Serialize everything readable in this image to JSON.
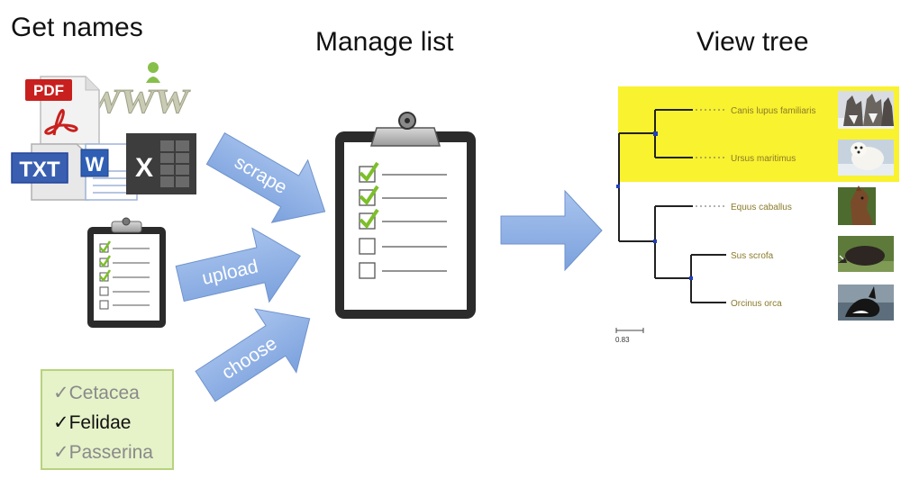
{
  "headings": {
    "get_names": "Get names",
    "manage_list": "Manage list",
    "view_tree": "View tree"
  },
  "file_icons": {
    "pdf": "PDF",
    "www": "WWW",
    "txt": "TXT",
    "word": "W",
    "excel": "X"
  },
  "arrows": {
    "scrape": "scrape",
    "upload": "upload",
    "choose": "choose"
  },
  "groups": [
    {
      "label": "✓Cetacea",
      "selected": false
    },
    {
      "label": "✓Felidae",
      "selected": true
    },
    {
      "label": "✓Passerina",
      "selected": false
    }
  ],
  "tree": {
    "leaves": [
      "Canis lupus familiaris",
      "Ursus maritimus",
      "Equus caballus",
      "Sus scrofa",
      "Orcinus orca"
    ],
    "scale_label": "0.83",
    "highlight_color": "#f9f22f",
    "node_color": "#1f3fbf"
  },
  "colors": {
    "arrow_fill": "#8fb2e6",
    "arrow_stroke": "#6f93cc",
    "check_green": "#7cbf2a",
    "group_box_fill": "#e6f2c8",
    "group_box_border": "#b8d27e"
  },
  "icons": [
    "pdf-icon",
    "www-icon",
    "txt-icon",
    "word-icon",
    "excel-icon",
    "clipboard-icon",
    "checkmark-icon",
    "wolf-photo",
    "polar-bear-photo",
    "horse-photo",
    "boar-photo",
    "orca-photo"
  ]
}
